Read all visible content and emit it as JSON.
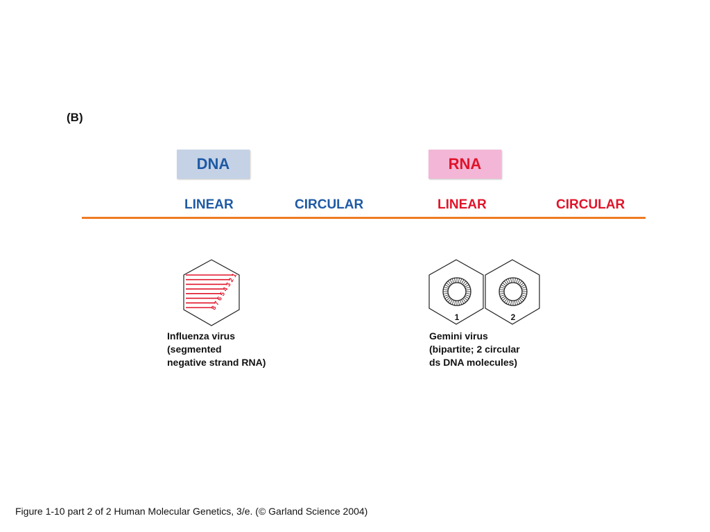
{
  "panel_label": "(B)",
  "types": {
    "dna": "DNA",
    "rna": "RNA"
  },
  "columns": {
    "dna_linear": "LINEAR",
    "dna_circular": "CIRCULAR",
    "rna_linear": "LINEAR",
    "rna_circular": "CIRCULAR"
  },
  "colors": {
    "dna_text": "#1e5aa4",
    "dna_box": "#c5d2e6",
    "rna_text": "#e0142a",
    "rna_box": "#f3b6d6",
    "divider": "#f07a22"
  },
  "influenza": {
    "segment_labels": [
      "8",
      "7",
      "6",
      "5",
      "4",
      "3",
      "2",
      "1"
    ],
    "caption": [
      "Influenza virus",
      "(segmented",
      "negative strand RNA)"
    ]
  },
  "gemini": {
    "circle_labels": [
      "1",
      "2"
    ],
    "caption": [
      "Gemini virus",
      "(bipartite; 2 circular",
      "ds DNA molecules)"
    ]
  },
  "footer": "Figure 1-10 part 2 of 2  Human Molecular Genetics, 3/e.  (© Garland Science 2004)"
}
